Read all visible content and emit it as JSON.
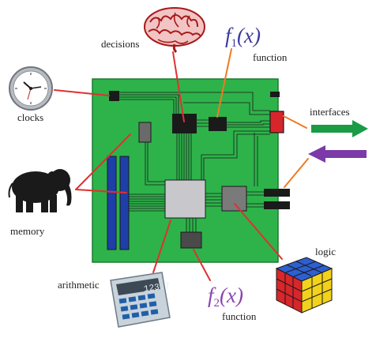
{
  "labels": {
    "decisions": "decisions",
    "function_top": "function",
    "clocks": "clocks",
    "interfaces": "interfaces",
    "memory": "memory",
    "logic": "logic",
    "arithmetic": "arithmetic",
    "function_bottom": "function"
  },
  "formulas": {
    "f1": {
      "name": "f",
      "index": "1",
      "arg": "(x)"
    },
    "f2": {
      "name": "f",
      "index": "2",
      "arg": "(x)"
    }
  },
  "calculator_display": "123.7",
  "colors": {
    "board": "#2db34a",
    "board_edge": "#1d7a31",
    "chip": "#1a1a1a",
    "cpu": "#c8c8cc",
    "memory_slot": "#1f3fa8",
    "pointer_line": "#e03030",
    "interface_line": "#f07a22",
    "arrow_out": "#1a9b45",
    "arrow_in": "#7b3aa8",
    "formula_f1": "#3a3aa0",
    "formula_f2": "#8a45b0"
  },
  "icons": [
    "brain-icon",
    "clock-icon",
    "elephant-icon",
    "calculator-icon",
    "rubiks-cube-icon"
  ]
}
